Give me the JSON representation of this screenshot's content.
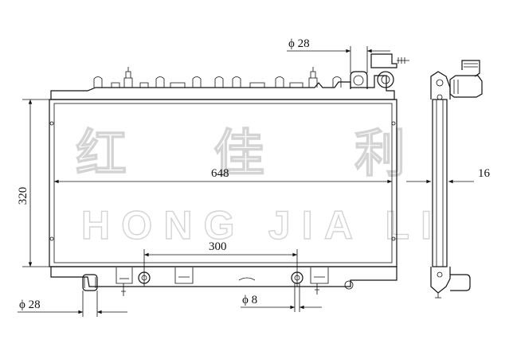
{
  "watermark": {
    "chinese": [
      "红",
      "佳",
      "利"
    ],
    "english": "HONG JIA LI"
  },
  "dimensions": {
    "width": "648",
    "height": "320",
    "pipe_spacing": "300",
    "thickness": "16",
    "inlet_diameter": "ϕ 28",
    "outlet_diameter": "ϕ 28",
    "drain_diameter": "ϕ 8"
  }
}
